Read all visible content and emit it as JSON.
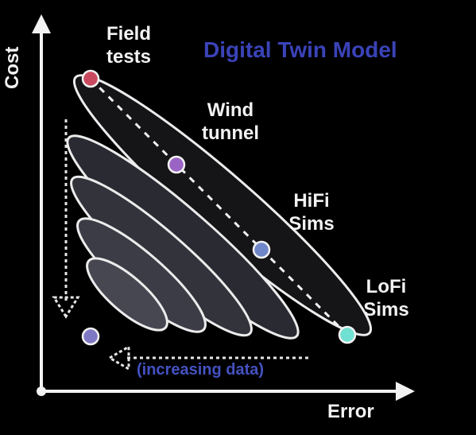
{
  "title": "Digital Twin Model",
  "axes": {
    "x_label": "Error",
    "y_label": "Cost"
  },
  "nodes": [
    {
      "id": "field-tests",
      "label": "Field\ntests",
      "color": "#c94a5e"
    },
    {
      "id": "wind-tunnel",
      "label": "Wind\ntunnel",
      "color": "#9a64c4"
    },
    {
      "id": "hifi-sims",
      "label": "HiFi\nSims",
      "color": "#6f86c8"
    },
    {
      "id": "lofi-sims",
      "label": "LoFi\nSims",
      "color": "#6fe0d2"
    }
  ],
  "digital_twin_point": {
    "color": "#7f78c4"
  },
  "annotation": "(increasing data)",
  "colors": {
    "title": "#3a43b8",
    "annotation": "#4452c2",
    "axis": "#f2f2f2"
  }
}
